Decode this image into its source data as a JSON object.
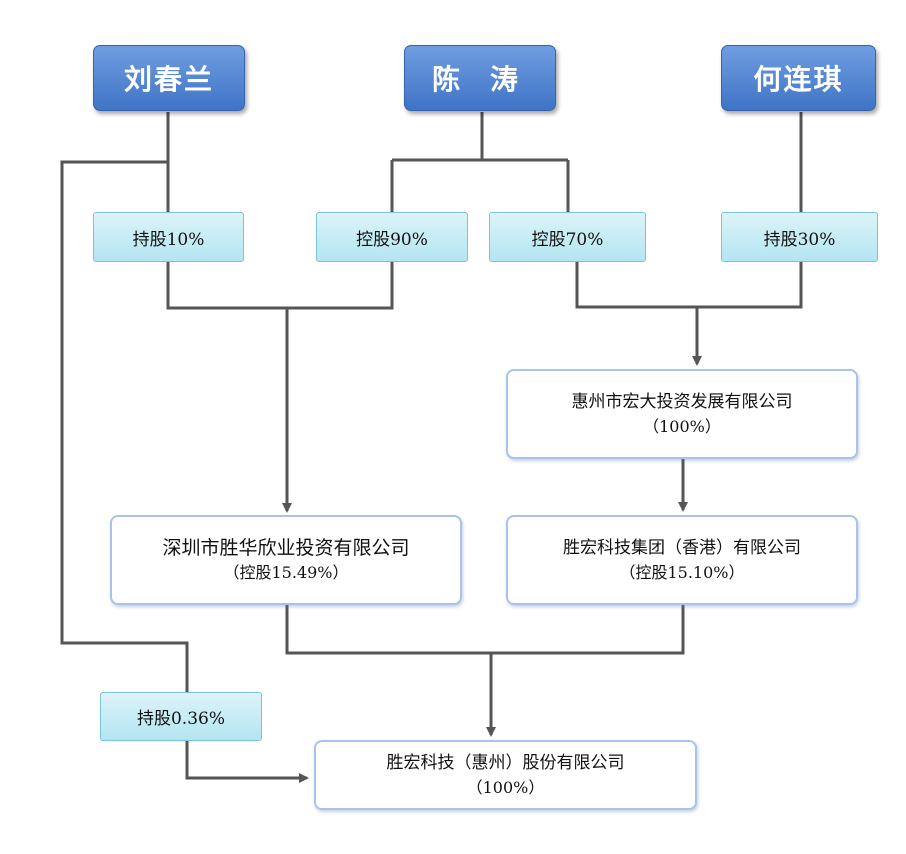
{
  "shareholders": {
    "liu": "刘春兰",
    "chen": "陈 涛",
    "he": "何连琪"
  },
  "stakes": {
    "liu_10": "持股10%",
    "chen_90": "控股90%",
    "chen_70": "控股70%",
    "he_30": "持股30%",
    "liu_036": "持股0.36%"
  },
  "companies": {
    "huizhou_hongda": {
      "name": "惠州市宏大投资发展有限公司",
      "share": "（100%）"
    },
    "shenzhen_shenghua": {
      "name": "深圳市胜华欣业投资有限公司",
      "share": "（控股15.49%）"
    },
    "shenghong_hk": {
      "name": "胜宏科技集团（香港）有限公司",
      "share": "（控股15.10%）"
    },
    "shenghong_huizhou": {
      "name": "胜宏科技（惠州）股份有限公司",
      "share": "（100%）"
    }
  },
  "colors": {
    "person_fill": "#4a7fd0",
    "stake_fill": "#c3eaf4",
    "company_border": "#a8c4ec",
    "connector": "#555555"
  }
}
